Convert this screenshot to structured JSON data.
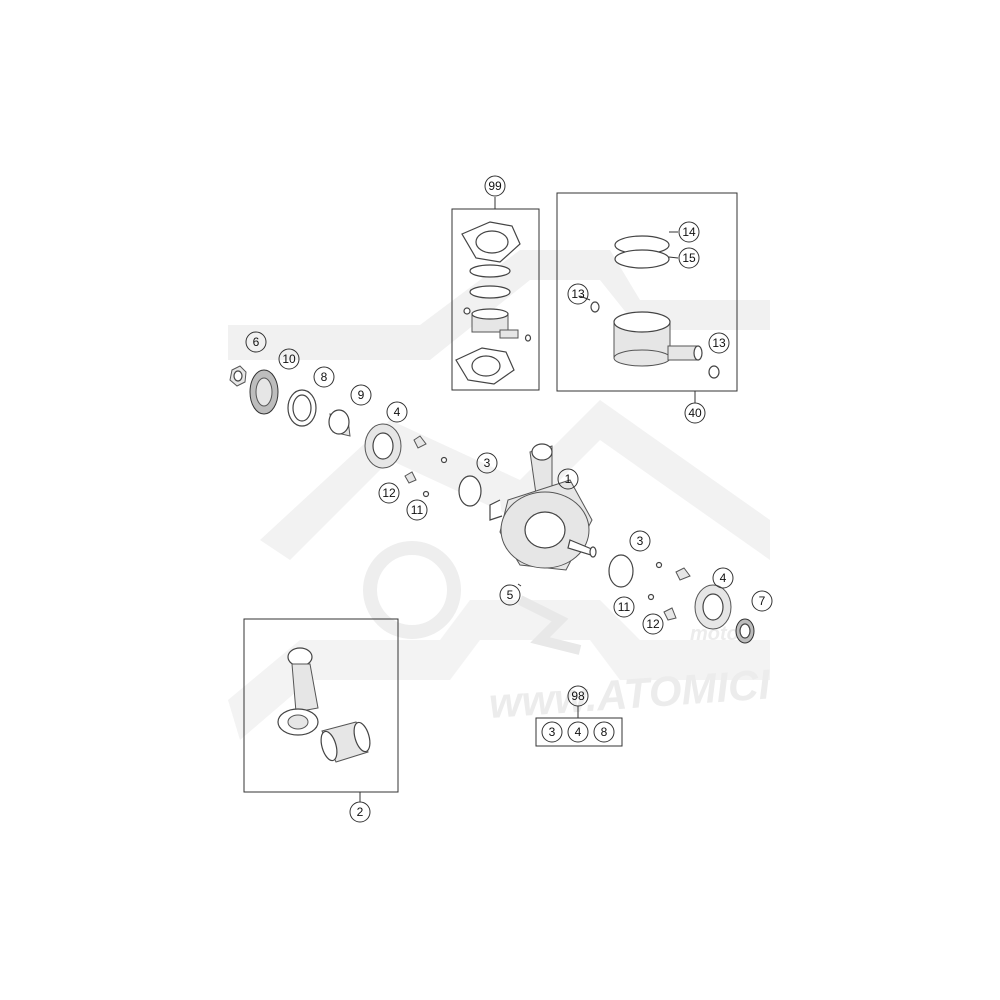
{
  "watermark": {
    "brand": "moto",
    "url": "www.ATOMICI"
  },
  "callouts": {
    "c1": "1",
    "c2": "2",
    "c3a": "3",
    "c3b": "3",
    "c4a": "4",
    "c4b": "4",
    "c5": "5",
    "c6": "6",
    "c7": "7",
    "c8": "8",
    "c9": "9",
    "c10": "10",
    "c11a": "11",
    "c11b": "11",
    "c12a": "12",
    "c12b": "12",
    "c13a": "13",
    "c13b": "13",
    "c14": "14",
    "c15": "15",
    "c40": "40",
    "c98": "98",
    "c99": "99"
  },
  "kit98": {
    "items": [
      "3",
      "4",
      "8"
    ]
  }
}
